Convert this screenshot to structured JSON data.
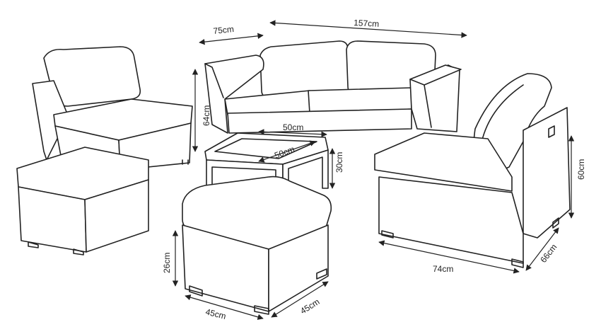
{
  "diagram": {
    "dimensions": {
      "sofa_depth": "75cm",
      "sofa_width": "157cm",
      "sofa_height": "64cm",
      "table_width": "50cm",
      "table_depth": "50cm",
      "table_height": "30cm",
      "chair_height": "60cm",
      "chair_width": "74cm",
      "chair_depth": "66cm",
      "ottoman_height": "26cm",
      "ottoman_width": "45cm",
      "ottoman_depth": "45cm"
    },
    "pieces": [
      "sofa",
      "corner-chair",
      "armless-chair",
      "coffee-table",
      "small-ottoman",
      "large-ottoman"
    ]
  }
}
